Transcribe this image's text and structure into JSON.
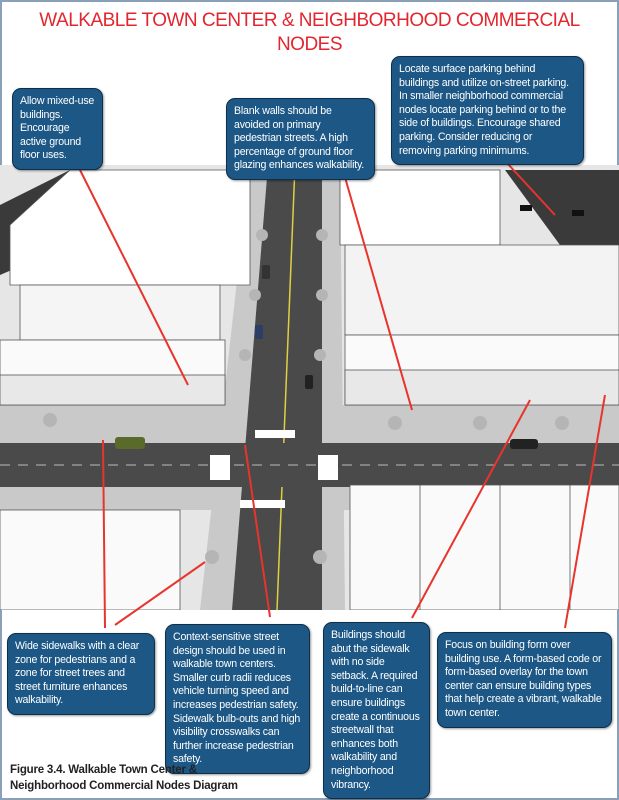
{
  "title": "WALKABLE TOWN CENTER & NEIGHBORHOOD COMMERCIAL NODES",
  "callouts": {
    "mixed_use": "Allow mixed-use buildings. Encourage active ground floor uses.",
    "blank_walls": "Blank walls should be avoided on primary pedestrian streets. A high percentage of ground floor glazing enhances walkability.",
    "parking": "Locate surface parking behind buildings and utilize on-street parking. In smaller neighborhood commercial nodes locate parking behind or to the side of buildings. Encourage shared parking. Consider reducing or removing parking minimums.",
    "sidewalks": "Wide sidewalks with a clear zone for pedestrians and a zone for street trees and street furniture enhances walkability.",
    "street_design": "Context-sensitive street design should be used in walkable town centers. Smaller curb radii reduces vehicle turning speed and increases pedestrian safety. Sidewalk bulb-outs and high visibility crosswalks can further increase pedestrian safety.",
    "build_to": "Buildings should abut the sidewalk with no side setback. A required build-to-line can ensure buildings create a continuous streetwall that enhances both walkability and neighborhood vibrancy.",
    "form_based": "Focus on building form over building use. A form-based code or form-based overlay for the town center can ensure building types that help create a vibrant, walkable town center."
  },
  "caption": {
    "line1": "Figure 3.4. Walkable Town Center &",
    "line2": "Neighborhood Commercial Nodes Diagram"
  },
  "colors": {
    "title": "#e2262f",
    "callout": "#1c5785",
    "arrow": "#e8342c"
  }
}
